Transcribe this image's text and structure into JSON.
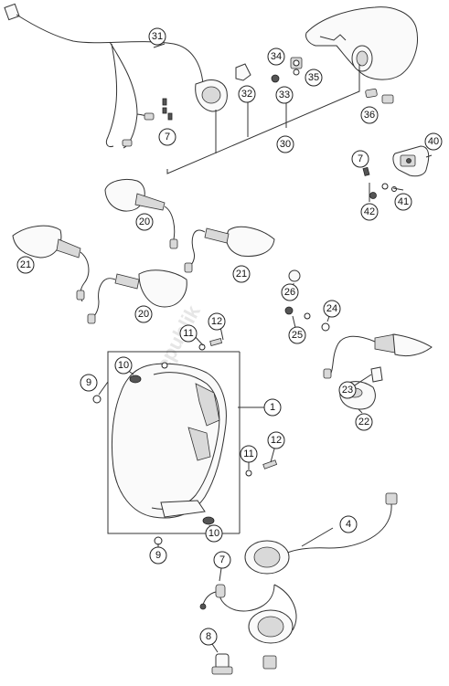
{
  "diagram": {
    "watermark": "PartsRepublik",
    "callouts": [
      {
        "id": "c31",
        "label": "31"
      },
      {
        "id": "c34",
        "label": "34"
      },
      {
        "id": "c35",
        "label": "35"
      },
      {
        "id": "c32",
        "label": "32"
      },
      {
        "id": "c33",
        "label": "33"
      },
      {
        "id": "c7a",
        "label": "7"
      },
      {
        "id": "c30",
        "label": "30"
      },
      {
        "id": "c36",
        "label": "36"
      },
      {
        "id": "c40",
        "label": "40"
      },
      {
        "id": "c7b",
        "label": "7"
      },
      {
        "id": "c41",
        "label": "41"
      },
      {
        "id": "c42",
        "label": "42"
      },
      {
        "id": "c20a",
        "label": "20"
      },
      {
        "id": "c21a",
        "label": "21"
      },
      {
        "id": "c21b",
        "label": "21"
      },
      {
        "id": "c20b",
        "label": "20"
      },
      {
        "id": "c26",
        "label": "26"
      },
      {
        "id": "c24",
        "label": "24"
      },
      {
        "id": "c25",
        "label": "25"
      },
      {
        "id": "c11a",
        "label": "11"
      },
      {
        "id": "c12a",
        "label": "12"
      },
      {
        "id": "c9a",
        "label": "9"
      },
      {
        "id": "c10a",
        "label": "10"
      },
      {
        "id": "c1",
        "label": "1"
      },
      {
        "id": "c23",
        "label": "23"
      },
      {
        "id": "c22",
        "label": "22"
      },
      {
        "id": "c11b",
        "label": "11"
      },
      {
        "id": "c12b",
        "label": "12"
      },
      {
        "id": "c10b",
        "label": "10"
      },
      {
        "id": "c9b",
        "label": "9"
      },
      {
        "id": "c4",
        "label": "4"
      },
      {
        "id": "c7c",
        "label": "7"
      },
      {
        "id": "c8",
        "label": "8"
      }
    ]
  }
}
